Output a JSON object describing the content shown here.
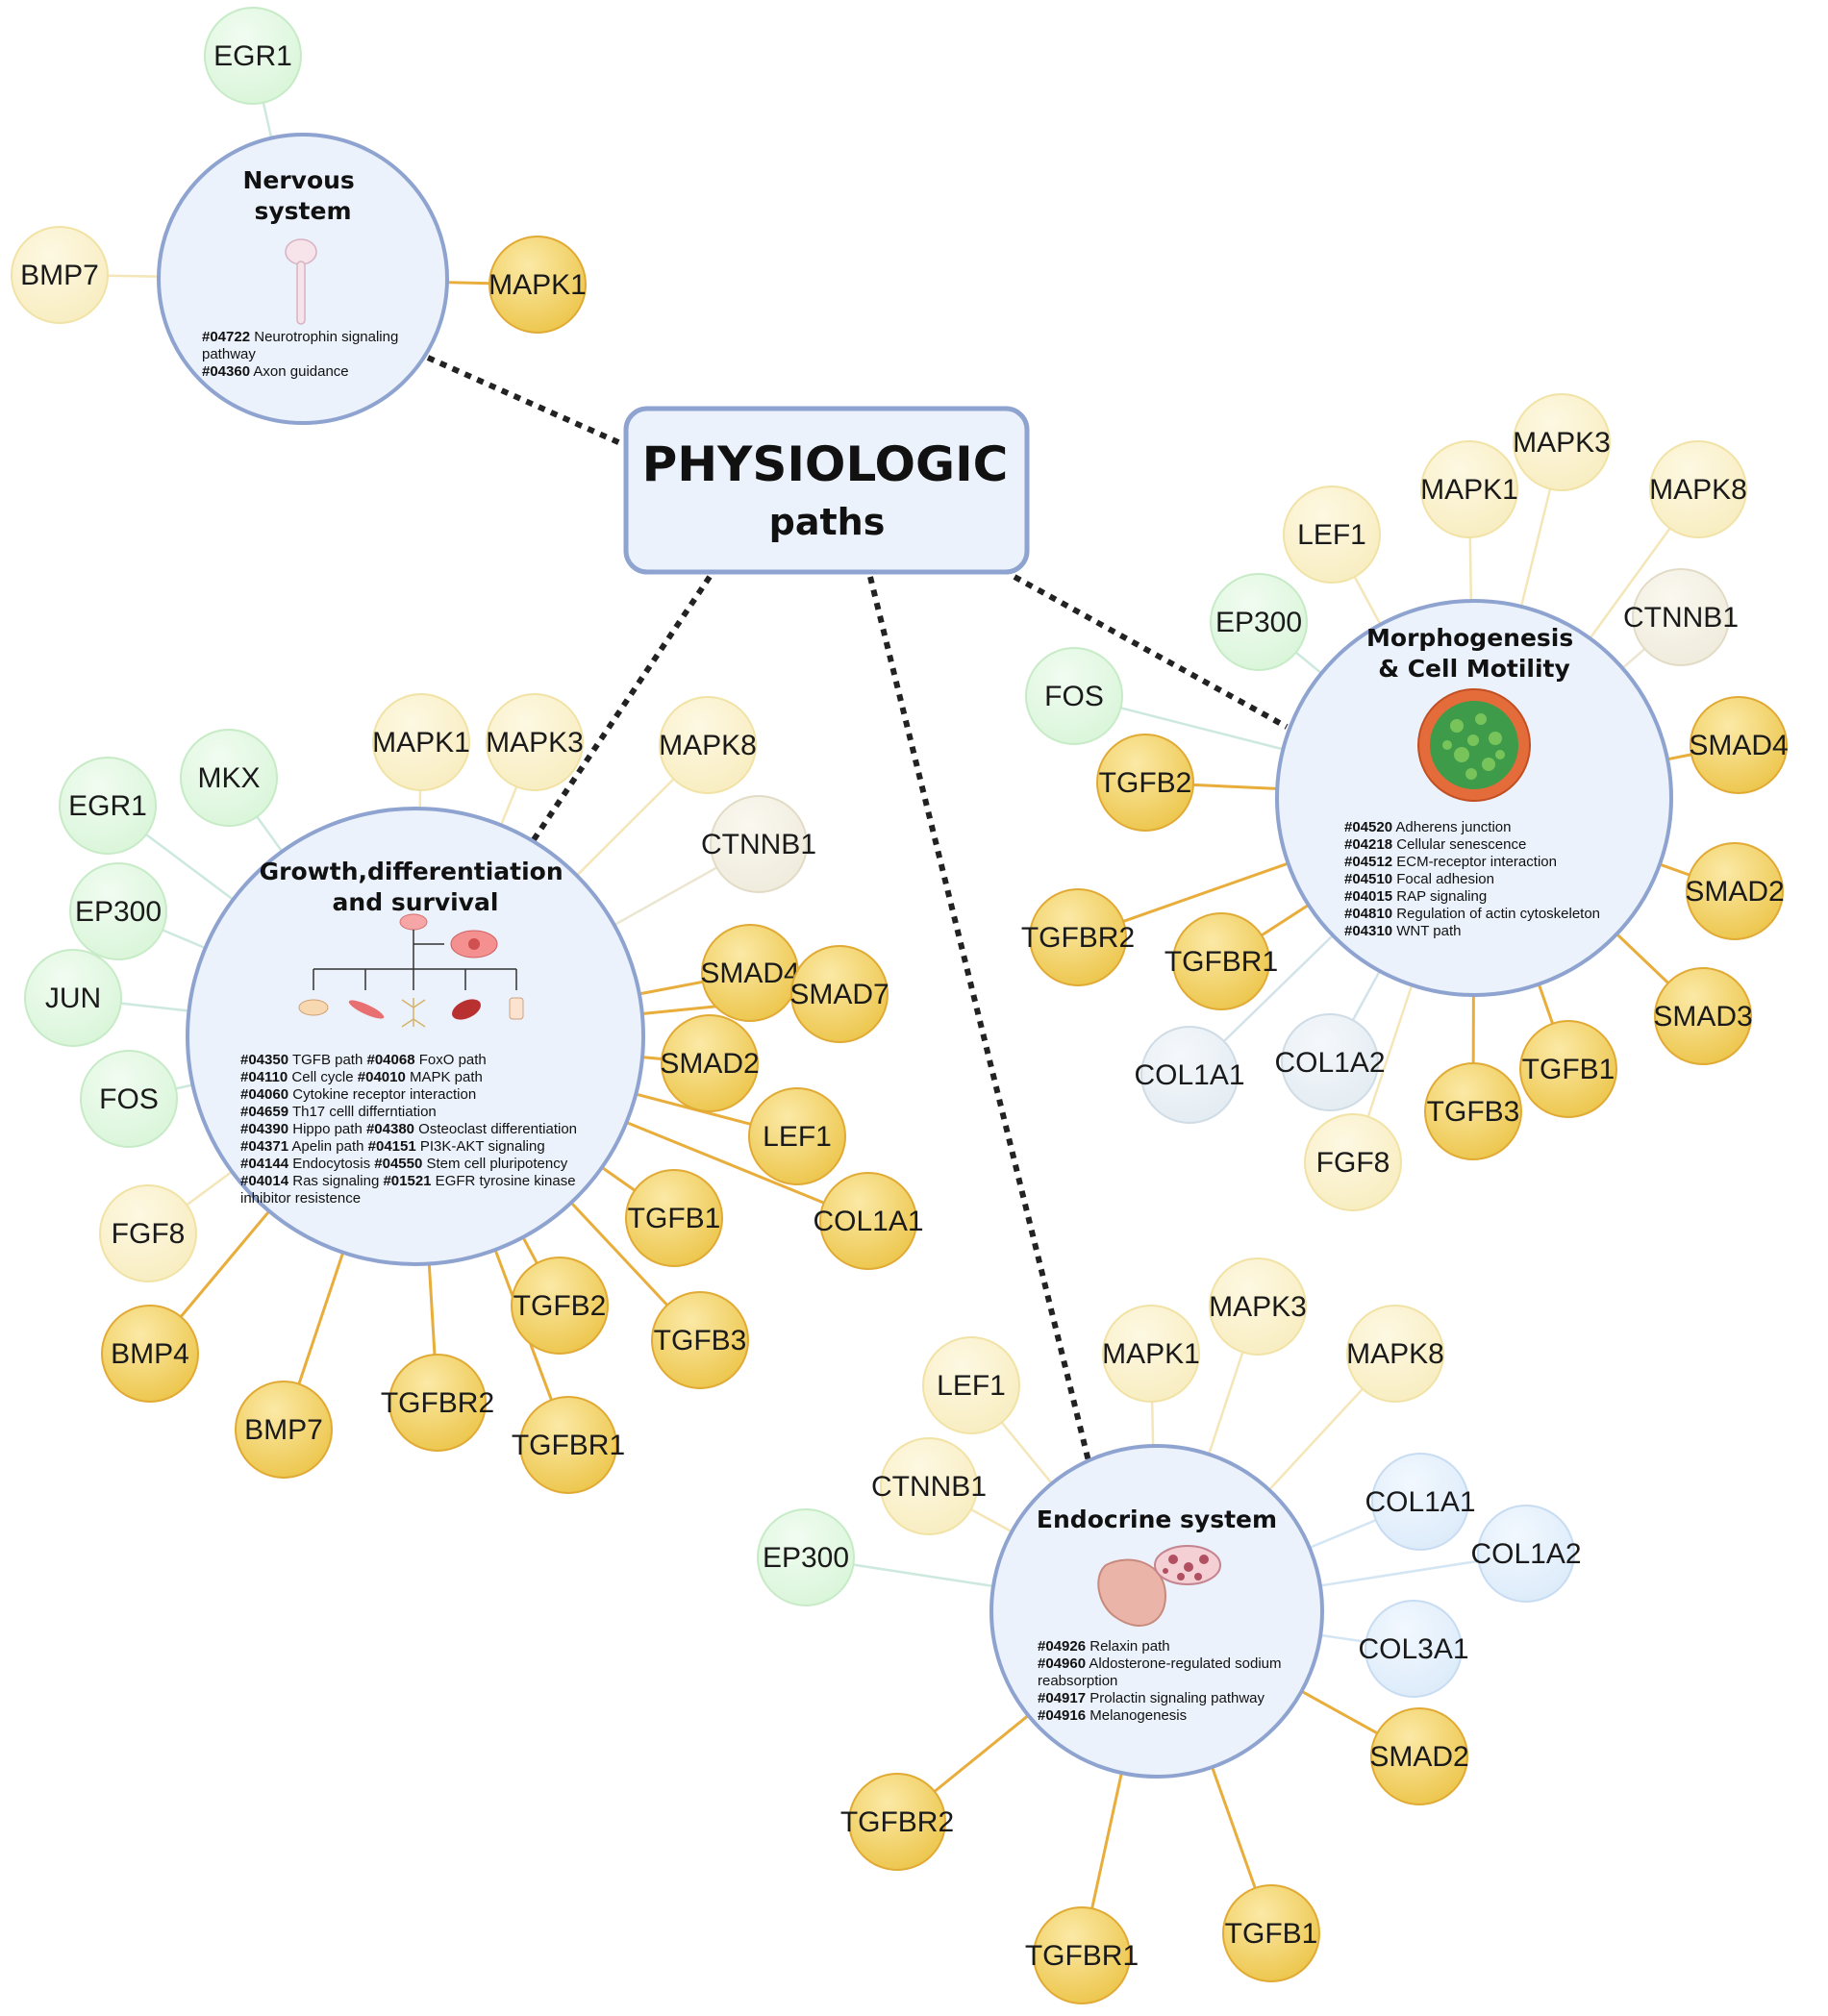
{
  "center": {
    "title": "PHYSIOLOGIC",
    "subtitle": "paths"
  },
  "hubs": [
    {
      "id": "nervous",
      "title_lines": [
        "Nervous",
        "system"
      ],
      "pathways": [
        [
          {
            "code": "#04722",
            "text": " Neurotrophin signaling"
          }
        ],
        [
          {
            "code": "",
            "text": "pathway"
          }
        ],
        [
          {
            "code": "#04360",
            "text": " Axon guidance"
          }
        ]
      ],
      "genes": [
        {
          "label": "EGR1",
          "color": "green"
        },
        {
          "label": "BMP7",
          "color": "paleyellow"
        },
        {
          "label": "MAPK1",
          "color": "gold"
        }
      ]
    },
    {
      "id": "growth",
      "title_lines": [
        "Growth,differentiation",
        "and survival"
      ],
      "pathways": [
        [
          {
            "code": "#04350",
            "text": " TGFB path "
          },
          {
            "code": "#04068",
            "text": " FoxO path"
          }
        ],
        [
          {
            "code": "#04110",
            "text": " Cell cycle "
          },
          {
            "code": "#04010",
            "text": " MAPK path"
          }
        ],
        [
          {
            "code": "#04060",
            "text": " Cytokine receptor interaction"
          }
        ],
        [
          {
            "code": "#04659",
            "text": " Th17 celll differntiation"
          }
        ],
        [
          {
            "code": " #04390",
            "text": " Hippo path "
          },
          {
            "code": "#04380",
            "text": " Osteoclast differentiation"
          }
        ],
        [
          {
            "code": "#04371",
            "text": " Apelin path "
          },
          {
            "code": "#04151",
            "text": " PI3K-AKT signaling"
          }
        ],
        [
          {
            "code": "#04144",
            "text": " Endocytosis "
          },
          {
            "code": "#04550",
            "text": " Stem cell pluripotency"
          }
        ],
        [
          {
            "code": "#04014",
            "text": " Ras signaling "
          },
          {
            "code": "#01521",
            "text": " EGFR tyrosine kinase"
          }
        ],
        [
          {
            "code": "",
            "text": "inhibitor resistence"
          }
        ]
      ],
      "genes": [
        {
          "label": "MAPK1",
          "color": "paleyellow"
        },
        {
          "label": "MAPK3",
          "color": "paleyellow"
        },
        {
          "label": "MAPK8",
          "color": "paleyellow"
        },
        {
          "label": "CTNNB1",
          "color": "beige"
        },
        {
          "label": "MKX",
          "color": "green"
        },
        {
          "label": "EGR1",
          "color": "green"
        },
        {
          "label": "EP300",
          "color": "green"
        },
        {
          "label": "JUN",
          "color": "green"
        },
        {
          "label": "FOS",
          "color": "green"
        },
        {
          "label": "SMAD4",
          "color": "gold"
        },
        {
          "label": "SMAD7",
          "color": "gold"
        },
        {
          "label": "SMAD2",
          "color": "gold"
        },
        {
          "label": "LEF1",
          "color": "gold"
        },
        {
          "label": "COL1A1",
          "color": "gold"
        },
        {
          "label": "TGFB1",
          "color": "gold"
        },
        {
          "label": "TGFB3",
          "color": "gold"
        },
        {
          "label": "TGFB2",
          "color": "gold"
        },
        {
          "label": "TGFBR1",
          "color": "gold"
        },
        {
          "label": "TGFBR2",
          "color": "gold"
        },
        {
          "label": "BMP7",
          "color": "gold"
        },
        {
          "label": "BMP4",
          "color": "gold"
        },
        {
          "label": "FGF8",
          "color": "paleyellow"
        }
      ]
    },
    {
      "id": "morpho",
      "title_lines": [
        "Morphogenesis",
        "& Cell Motility"
      ],
      "pathways": [
        [
          {
            "code": "#04520",
            "text": " Adherens junction"
          }
        ],
        [
          {
            "code": "#04218",
            "text": " Cellular senescence"
          }
        ],
        [
          {
            "code": "#04512",
            "text": " ECM-receptor interaction"
          }
        ],
        [
          {
            "code": "#04510",
            "text": " Focal adhesion"
          }
        ],
        [
          {
            "code": "#04015",
            "text": " RAP signaling"
          }
        ],
        [
          {
            "code": "#04810",
            "text": "  Regulation of actin cytoskeleton"
          }
        ],
        [
          {
            "code": "#04310",
            "text": " WNT path"
          }
        ]
      ],
      "genes": [
        {
          "label": "MAPK3",
          "color": "paleyellow"
        },
        {
          "label": "MAPK1",
          "color": "paleyellow"
        },
        {
          "label": "MAPK8",
          "color": "paleyellow"
        },
        {
          "label": "LEF1",
          "color": "paleyellow"
        },
        {
          "label": "CTNNB1",
          "color": "beige"
        },
        {
          "label": "EP300",
          "color": "green"
        },
        {
          "label": "FOS",
          "color": "green"
        },
        {
          "label": "SMAD4",
          "color": "gold"
        },
        {
          "label": "TGFB2",
          "color": "gold"
        },
        {
          "label": "SMAD2",
          "color": "gold"
        },
        {
          "label": "TGFBR2",
          "color": "gold"
        },
        {
          "label": "TGFBR1",
          "color": "gold"
        },
        {
          "label": "SMAD3",
          "color": "gold"
        },
        {
          "label": "COL1A2",
          "color": "grayblue"
        },
        {
          "label": "TGFB1",
          "color": "gold"
        },
        {
          "label": "COL1A1",
          "color": "grayblue"
        },
        {
          "label": "TGFB3",
          "color": "gold"
        },
        {
          "label": "FGF8",
          "color": "paleyellow"
        }
      ]
    },
    {
      "id": "endocrine",
      "title_lines": [
        "Endocrine system"
      ],
      "pathways": [
        [
          {
            "code": "#04926",
            "text": " Relaxin path"
          }
        ],
        [
          {
            "code": "#04960",
            "text": " Aldosterone-regulated sodium"
          }
        ],
        [
          {
            "code": "",
            "text": "reabsorption"
          }
        ],
        [
          {
            "code": "#04917",
            "text": " Prolactin signaling pathway"
          }
        ],
        [
          {
            "code": "#04916",
            "text": " Melanogenesis"
          }
        ]
      ],
      "genes": [
        {
          "label": "MAPK3",
          "color": "paleyellow"
        },
        {
          "label": "MAPK1",
          "color": "paleyellow"
        },
        {
          "label": "MAPK8",
          "color": "paleyellow"
        },
        {
          "label": "LEF1",
          "color": "paleyellow"
        },
        {
          "label": "CTNNB1",
          "color": "paleyellow"
        },
        {
          "label": "COL1A1",
          "color": "lightblue"
        },
        {
          "label": "COL1A2",
          "color": "lightblue"
        },
        {
          "label": "EP300",
          "color": "green"
        },
        {
          "label": "COL3A1",
          "color": "lightblue"
        },
        {
          "label": "SMAD2",
          "color": "gold"
        },
        {
          "label": "TGFBR2",
          "color": "gold"
        },
        {
          "label": "TGFB1",
          "color": "gold"
        },
        {
          "label": "TGFBR1",
          "color": "gold"
        }
      ]
    }
  ],
  "palette": {
    "gold": {
      "fill": "#ecc54a",
      "light": "#fbe9a6",
      "stroke": "#e1aa34",
      "line": "#e8ad3a"
    },
    "paleyellow": {
      "fill": "#f8edc0",
      "light": "#fdf8e2",
      "stroke": "#f1e2a6",
      "line": "#f4e6b8"
    },
    "green": {
      "fill": "#d9f5d9",
      "light": "#f1fcf1",
      "stroke": "#c7ebc7",
      "line": "#cde9de"
    },
    "beige": {
      "fill": "#efebdc",
      "light": "#faf8f0",
      "stroke": "#e2dcc6",
      "line": "#ece5d0"
    },
    "lightblue": {
      "fill": "#dcebfa",
      "light": "#f2f8fe",
      "stroke": "#c7dcf2",
      "line": "#d4e6f3"
    },
    "grayblue": {
      "fill": "#e3ecf2",
      "light": "#f5f8fb",
      "stroke": "#cfdce6",
      "line": "#d2e4ea"
    },
    "hub_fill": "#ebf2fb",
    "hub_stroke": "#8ea3cf",
    "dotted": "#222222"
  }
}
